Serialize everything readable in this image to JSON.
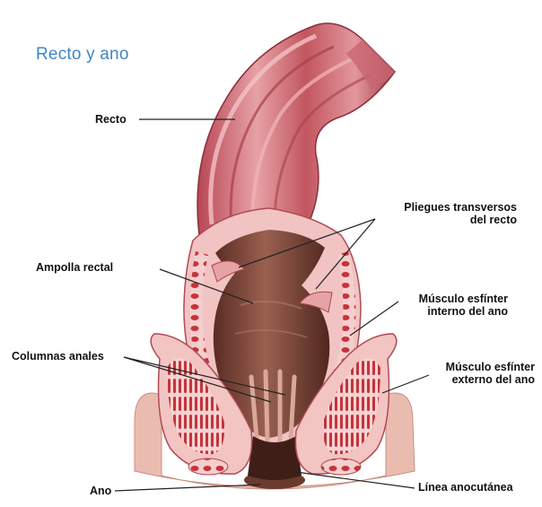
{
  "title": "Recto y ano",
  "labels": {
    "recto": "Recto",
    "pliegues_line1": "Pliegues transversos",
    "pliegues_line2": "del recto",
    "ampolla": "Ampolla rectal",
    "musculo_interno_line1": "Músculo esfínter",
    "musculo_interno_line2": "interno del ano",
    "columnas": "Columnas anales",
    "musculo_externo_line1": "Músculo esfínter",
    "musculo_externo_line2": "externo del ano",
    "ano": "Ano",
    "linea": "Línea anocutánea"
  },
  "colors": {
    "title": "#3f86c2",
    "rectum_wall": "#c45a63",
    "rectum_highlight": "#e8a3a8",
    "lumen": "#7a4235",
    "muscle_pink": "#f2c7c6",
    "muscle_red": "#c8323a",
    "skin": "#e8b9ad",
    "leader_line": "#222222"
  }
}
